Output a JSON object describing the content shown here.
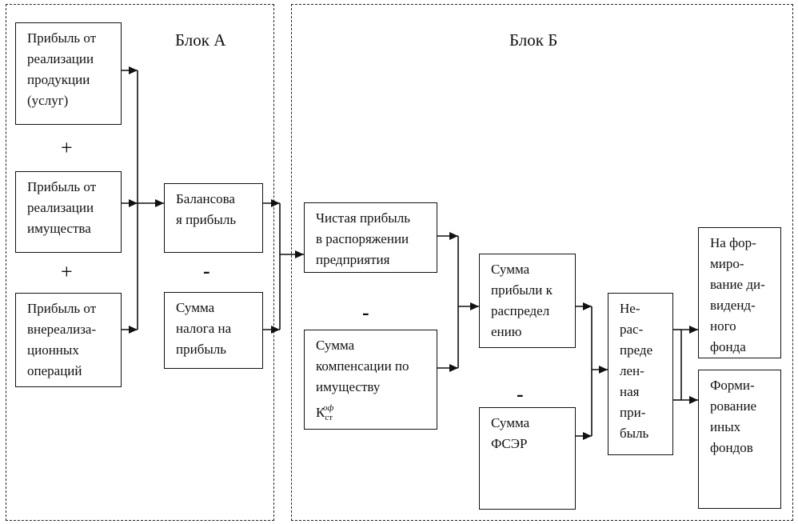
{
  "block_a": {
    "title": "Блок А",
    "profit_sales": [
      "Прибыль от",
      "реализации",
      "продукции",
      "(услуг)"
    ],
    "plus_1": "+",
    "profit_property": [
      "Прибыль от",
      "реализации",
      "имущества"
    ],
    "plus_2": "+",
    "profit_nonsales": [
      "Прибыль от",
      "внереализа-",
      "ционных",
      "операций"
    ],
    "balance_profit": [
      "Балансова",
      "я прибыль"
    ],
    "minus": "-",
    "tax": [
      "Сумма",
      "налога на",
      "прибыль"
    ]
  },
  "block_b": {
    "title": "Блок Б",
    "net_profit": [
      "Чистая прибыль",
      "в распоряжении",
      "предприятия"
    ],
    "minus_1": "-",
    "compensation": [
      "Сумма",
      "компенсации  по",
      "имуществу"
    ],
    "compensation_symbol": "К",
    "compensation_sub": "ст",
    "compensation_sup": "оф",
    "profit_to_distribute": [
      "Сумма",
      "прибыли к",
      "распредел",
      "ению"
    ],
    "minus_2": "-",
    "fser": [
      "Сумма",
      "ФСЭР"
    ],
    "undistributed": [
      "Не-",
      "рас-",
      "преде",
      "лен-",
      "ная",
      "при-",
      "быль"
    ],
    "dividend_fund": [
      "На фор-",
      "миро-",
      "вание ди-",
      "виденд-",
      "ного",
      "фонда"
    ],
    "other_funds": [
      "Форми-",
      "рование",
      "иных",
      "фондов"
    ]
  }
}
